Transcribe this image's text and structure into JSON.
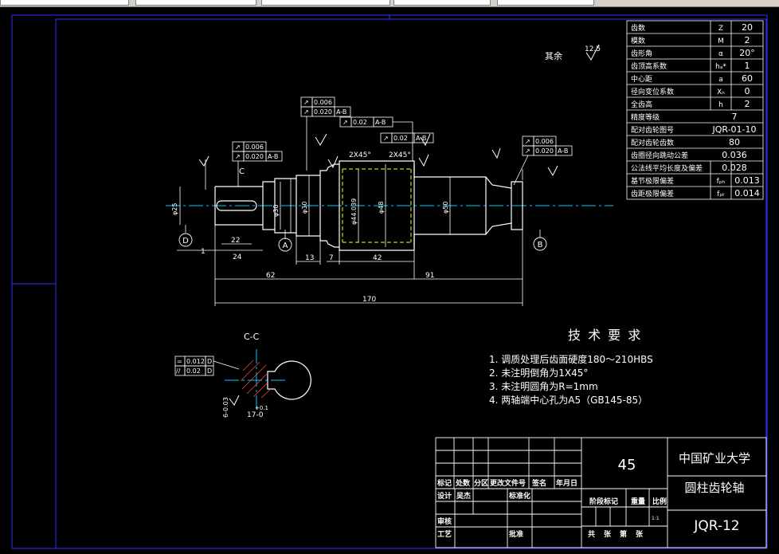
{
  "notes": {
    "remaining": "其余",
    "roughness": "12.5",
    "section": "C-C",
    "section_mark": "C"
  },
  "datums": {
    "d": "D",
    "a": "A",
    "b": "B"
  },
  "tolerance_frames": [
    {
      "symbol": "↗",
      "value": "0.006",
      "ref": ""
    },
    {
      "symbol": "↗",
      "value": "0.020",
      "ref": "A-B"
    },
    {
      "symbol": "↗",
      "value": "0.02",
      "ref": "A-B"
    },
    {
      "symbol": "↗",
      "value": "0.02",
      "ref": "A-B"
    },
    {
      "symbol": "↗",
      "value": "0.006",
      "ref": ""
    },
    {
      "symbol": "↗",
      "value": "0.020",
      "ref": "A-B"
    },
    {
      "symbol": "↗",
      "value": "0.006",
      "ref": ""
    },
    {
      "symbol": "↗",
      "value": "0.020",
      "ref": "A-B"
    },
    {
      "symbol": "=",
      "value": "0.012",
      "ref": "D"
    },
    {
      "symbol": "//",
      "value": "0.02",
      "ref": "D"
    }
  ],
  "dimensions": {
    "chamfer1": "2X45°",
    "chamfer2": "2X45°",
    "d_22": "22",
    "d_24": "24",
    "d_13": "13",
    "d_7": "7",
    "d_42": "42",
    "d_62": "62",
    "d_91": "91",
    "d_170": "170",
    "d_1": "1",
    "d_17": "17-0",
    "d_01": "+0.1",
    "dia_left": "φ25",
    "dia_a": "φ30",
    "dia_b": "φ44.039",
    "dia_c": "φ48",
    "dia_d": "φ50",
    "dia_small": "6-0.03"
  },
  "params": [
    {
      "name": "齿数",
      "sym": "Z",
      "val": "20"
    },
    {
      "name": "模数",
      "sym": "M",
      "val": "2"
    },
    {
      "name": "齿形角",
      "sym": "α",
      "val": "20°"
    },
    {
      "name": "齿顶高系数",
      "sym": "hₐ*",
      "val": "1"
    },
    {
      "name": "中心距",
      "sym": "a",
      "val": "60"
    },
    {
      "name": "径向变位系数",
      "sym": "Xₙ",
      "val": "0"
    },
    {
      "name": "全齿高",
      "sym": "h",
      "val": "2"
    },
    {
      "name": "精度等级",
      "sym": "",
      "val": "7"
    },
    {
      "name": "配对齿轮图号",
      "sym": "",
      "val": "JQR-01-10"
    },
    {
      "name": "配对齿轮齿数",
      "sym": "",
      "val": "80"
    },
    {
      "name": "齿圈径向跳动公差",
      "sym": "",
      "val": "0.036"
    },
    {
      "name": "公法线平均长度及偏差",
      "sym": "",
      "val": "0.028"
    },
    {
      "name": "基节极限偏差",
      "sym": "fₚₕ",
      "val": "0.013"
    },
    {
      "name": "齿距极限偏差",
      "sym": "fₚₜ",
      "val": "0.014"
    }
  ],
  "tech_req": {
    "title": "技 术 要 求",
    "items": [
      "1.   调质处理后齿面硬度180～210HBS",
      "2.   未注明倒角为1X45°",
      "3.   未注明圆角为R=1mm",
      "4.   两轴端中心孔为A5（GB145-85）"
    ]
  },
  "title_block": {
    "material": "45",
    "school": "中国矿业大学",
    "part_name": "圆柱齿轮轴",
    "drawing_no": "JQR-12",
    "labels": {
      "biaoji": "标记",
      "chushu": "处数",
      "fenqu": "分区",
      "wenjian": "更改文件号",
      "qianming": "签名",
      "nianyueri": "年月日",
      "sheji": "设计",
      "designer": "吴杰",
      "biaozhunhua": "标准化",
      "shenhe": "审核",
      "gongyi": "工艺",
      "pizhun": "批准",
      "jieduan": "阶段标记",
      "zhongliang": "重量",
      "bili": "比例",
      "scale": "1:1",
      "gong": "共",
      "zhang": "张",
      "di": "第",
      "zhang2": "张"
    }
  },
  "colors": {
    "frame": "#3030ff",
    "drawing": "#ffffff",
    "center": "#00c8ff",
    "hidden": "#ffff00",
    "thread": "#00ff00",
    "dim": "#ffffff"
  }
}
